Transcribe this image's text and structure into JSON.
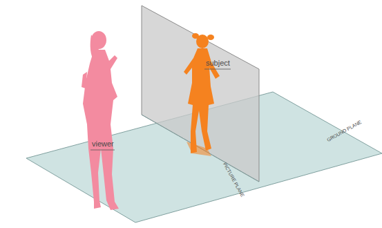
{
  "diagram": {
    "labels": [
      "subject",
      "viewer",
      "PICTURE PLANE",
      "GROUND PLANE"
    ]
  }
}
